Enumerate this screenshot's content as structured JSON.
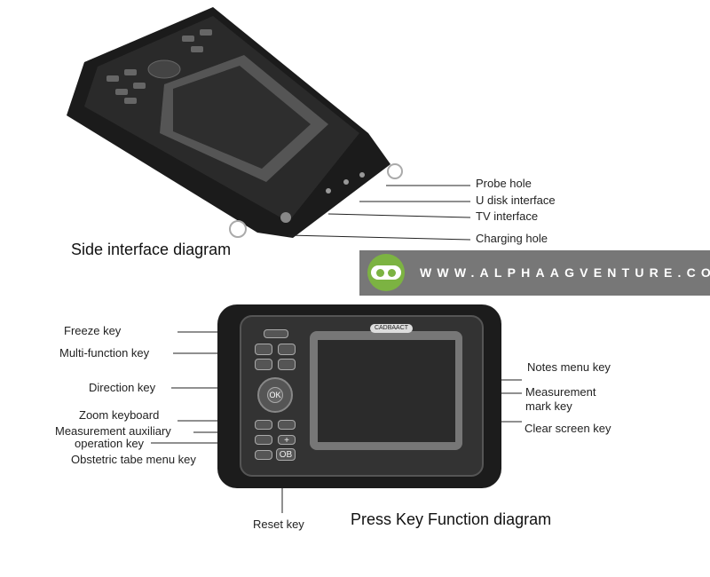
{
  "side_diagram": {
    "title": "Side interface diagram",
    "labels": [
      "Probe hole",
      "U disk interface",
      "TV interface",
      "Charging hole"
    ]
  },
  "banner": {
    "url": "WWW.ALPHAAGVENTURE.COM",
    "logo_color": "#7cb342",
    "background": "#777777"
  },
  "front_diagram": {
    "title": "Press Key Function diagram",
    "device_brand": "CADBAACT",
    "ok_key": "OK",
    "ob_key": "OB",
    "left_labels": {
      "freeze": "Freeze key",
      "multi": "Multi-function key",
      "direction": "Direction key",
      "zoom": "Zoom keyboard",
      "meas_aux_1": "Measurement auxiliary",
      "meas_aux_2": "operation key",
      "obstetric": "Obstetric tabe menu key"
    },
    "right_labels": {
      "notes": "Notes menu key",
      "mark_1": "Measurement",
      "mark_2": "mark key",
      "clear": "Clear screen key"
    },
    "bottom_label": "Reset key"
  }
}
